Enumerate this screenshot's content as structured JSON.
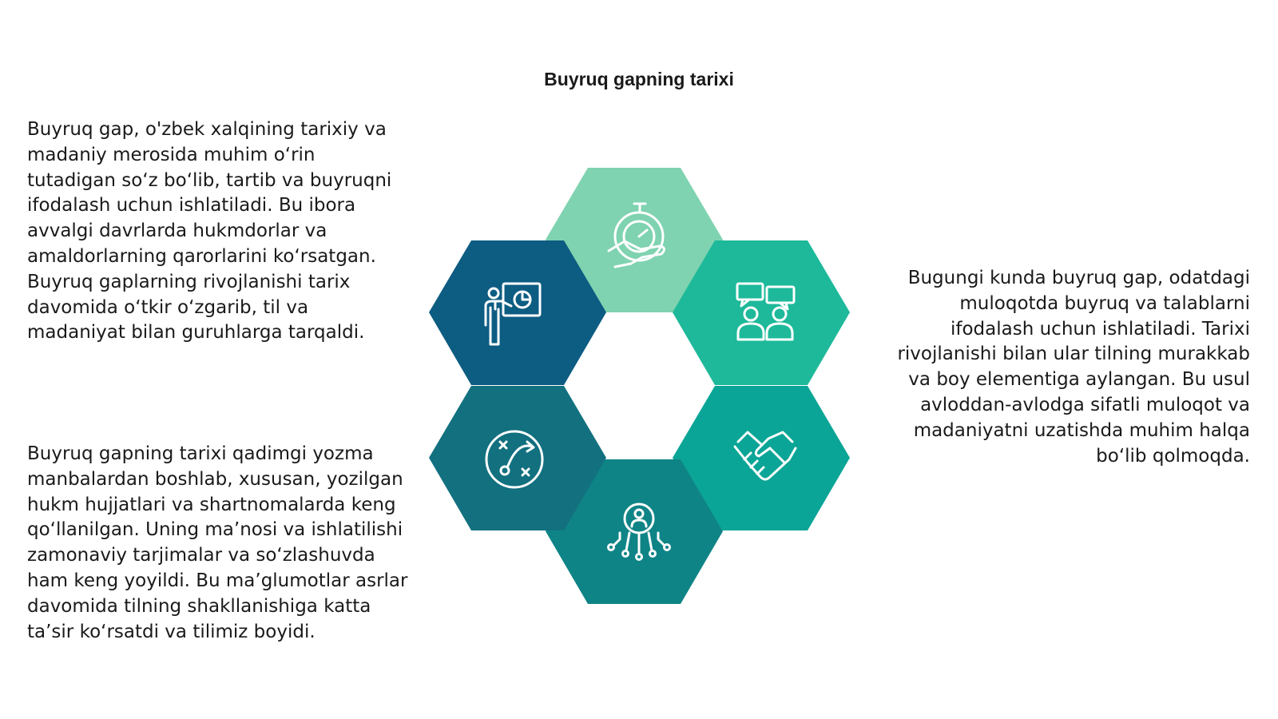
{
  "title": "Buyruq gapning tarixi",
  "paragraphs": {
    "left_top": "Buyruq gap, o'zbek xalqining tarixiy va madaniy merosida muhim o‘rin tutadigan so‘z bo‘lib, tartib va buyruqni ifodalash uchun ishlatiladi. Bu ibora avvalgi davrlarda hukmdorlar va amaldorlarning qarorlarini ko‘rsatgan. Buyruq gaplarning rivojlanishi tarix davomida o‘tkir o‘zgarib, til va madaniyat bilan guruhlarga tarqaldi.",
    "left_bottom": "Buyruq gapning tarixi qadimgi yozma manbalardan boshlab, xususan, yozilgan hukm hujjatlari va shartnomalarda keng qo‘llanilgan. Uning ma’nosi va ishlatilishi zamonaviy tarjimalar va so‘zlashuvda ham keng yoyildi. Bu ma’glumotlar asrlar davomida tilning shakllanishiga katta ta’sir ko‘rsatdi va tilimiz boyidi.",
    "right": "Bugungi kunda buyruq gap, odatdagi muloqotda buyruq va talablarni ifodalash uchun ishlatiladi. Tarixi rivojlanishi bilan ular tilning murakkab va boy elementiga aylangan. Bu usul avloddan-avlodga sifatli muloqot va madaniyatni uzatishda muhim halqa bo‘lib qolmoqda."
  },
  "hexagons": [
    {
      "icon": "stopwatch-hand-icon",
      "color": "#7fd3b0"
    },
    {
      "icon": "chat-people-icon",
      "color": "#1db99a"
    },
    {
      "icon": "handshake-icon",
      "color": "#0aa596"
    },
    {
      "icon": "network-user-icon",
      "color": "#0f8486"
    },
    {
      "icon": "strategy-icon",
      "color": "#12707f"
    },
    {
      "icon": "presentation-icon",
      "color": "#0d5c82"
    }
  ],
  "colors": {
    "icon": "#ffffff",
    "text": "#1a1a1a",
    "background": "#ffffff"
  }
}
